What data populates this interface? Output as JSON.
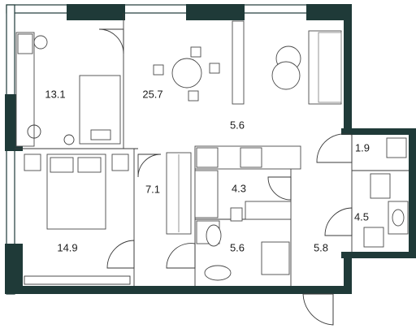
{
  "plan": {
    "rooms": [
      {
        "id": "bedroom-small",
        "area": "13.1"
      },
      {
        "id": "living-room",
        "area": "25.7"
      },
      {
        "id": "hall",
        "area": "5.6"
      },
      {
        "id": "wc",
        "area": "1.9"
      },
      {
        "id": "storage",
        "area": "7.1"
      },
      {
        "id": "kitchen-corridor",
        "area": "4.3"
      },
      {
        "id": "bathroom-small",
        "area": "4.5"
      },
      {
        "id": "bedroom-large",
        "area": "14.9"
      },
      {
        "id": "bathroom",
        "area": "5.6"
      },
      {
        "id": "entry",
        "area": "5.8"
      }
    ],
    "colors": {
      "wall": "#1f3a38",
      "furniture": "#4a4a4a",
      "background": "#ffffff"
    }
  }
}
